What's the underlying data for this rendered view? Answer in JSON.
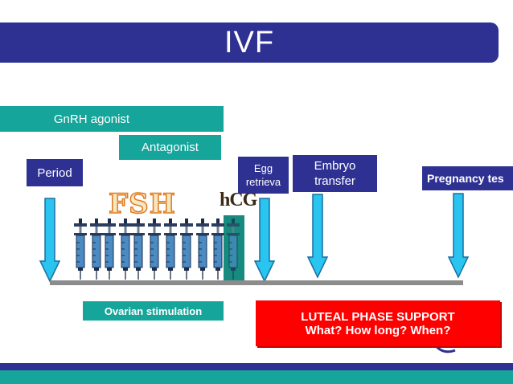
{
  "title": "IVF",
  "labels": {
    "gnrh_agonist": "GnRH agonist",
    "antagonist": "Antagonist",
    "period": "Period",
    "egg_retrieval": [
      "Egg",
      "retrieva"
    ],
    "embryo_transfer": [
      "Embryo",
      "transfer"
    ],
    "pregnancy_test": "Pregnancy tes",
    "fsh": "FSH",
    "hcg": "hCG",
    "ovarian_stimulation": "Ovarian stimulation",
    "luteal_line1": "LUTEAL PHASE SUPPORT",
    "luteal_line2": "What? How long? When?"
  },
  "colors": {
    "navy": "#2e3192",
    "teal": "#16a59a",
    "arrow": "#29c4f0",
    "red": "#ff0000"
  },
  "icons": {
    "syringe": "syringe-icon",
    "arrow": "arrow-down-icon"
  }
}
